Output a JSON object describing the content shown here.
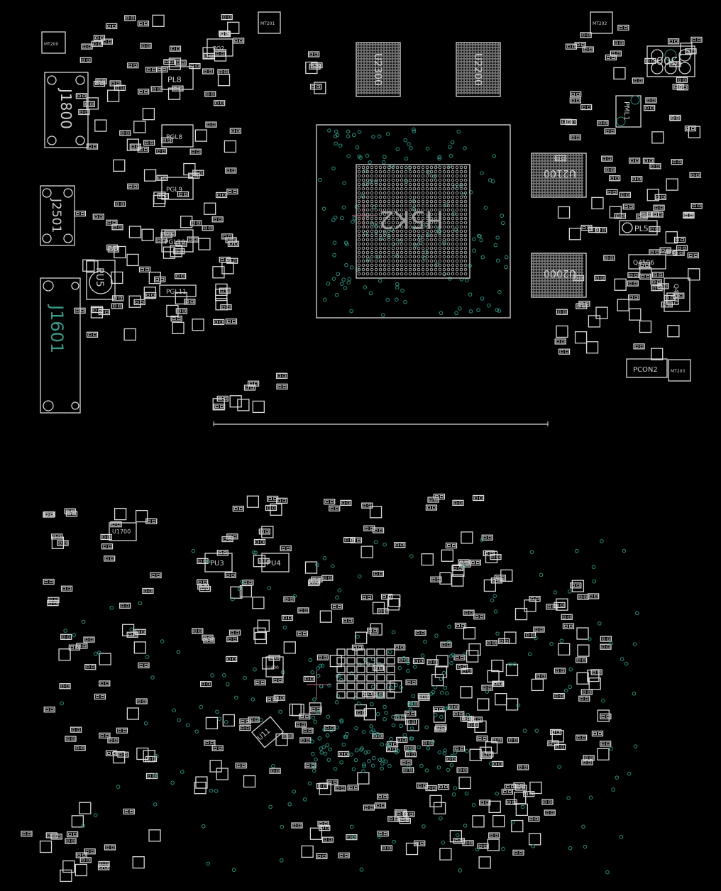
{
  "board": {
    "top_side": {
      "connectors": {
        "j1800": "J1800",
        "j2501": "J2501",
        "j1601": "J1601",
        "j500": "J500",
        "pcon2": "PCON2"
      },
      "gpu": "H5K2",
      "memory": {
        "u2300": "U2300",
        "u2200": "U2200",
        "u2100": "U2100",
        "u2000": "U2000"
      },
      "power": {
        "pu5": "PU5",
        "pl8": "PL8",
        "pgl8": "PGL8",
        "pgl9": "PGL9",
        "pgl10": "PGL10",
        "pgl11": "PGL11",
        "pml1": "PML1",
        "pl5": "PL5",
        "q4506": "Q4506",
        "q4100": "Q4100",
        "pq2": "PQ2"
      },
      "mounting": {
        "mt200": "MT200",
        "mt201": "MT201",
        "mt202": "MT202",
        "mt203": "MT203"
      }
    },
    "bottom_side": {
      "u1700": "U1700",
      "pu3": "PU3",
      "pu4": "PU4",
      "u400": "U400",
      "u11": "U11"
    }
  },
  "colors": {
    "outline": "#d8d8d8",
    "via": "#2f8f80",
    "background": "#000000",
    "marker": "#c07080"
  }
}
